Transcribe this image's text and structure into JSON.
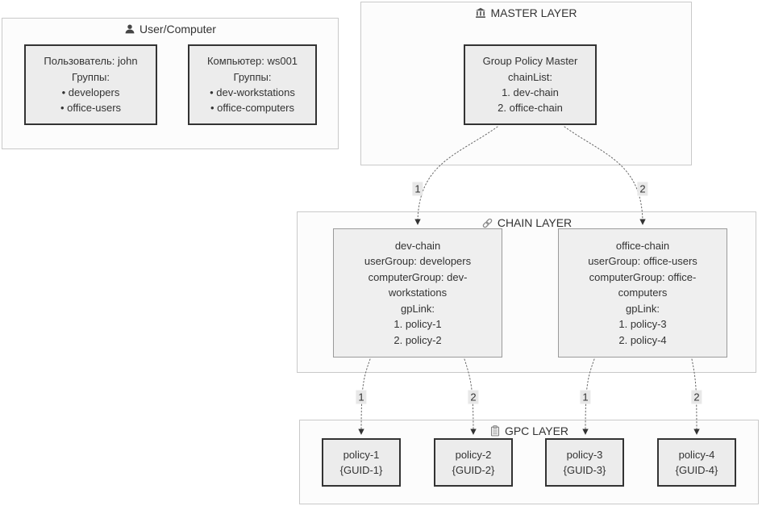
{
  "layers": {
    "user_computer": {
      "title": "User/Computer",
      "icon": "person-icon"
    },
    "master": {
      "title": "MASTER LAYER",
      "icon": "bank-icon"
    },
    "chain": {
      "title": "CHAIN LAYER",
      "icon": "link-icon"
    },
    "gpc": {
      "title": "GPC LAYER",
      "icon": "clipboard-icon"
    }
  },
  "nodes": {
    "user": {
      "lines": [
        "Пользователь: john",
        "Группы:",
        "• developers",
        "• office-users"
      ]
    },
    "computer": {
      "lines": [
        "Компьютер: ws001",
        "Группы:",
        "• dev-workstations",
        "• office-computers"
      ]
    },
    "master": {
      "lines": [
        "Group Policy Master",
        "chainList:",
        "1. dev-chain",
        "2. office-chain"
      ]
    },
    "dev_chain": {
      "lines": [
        "dev-chain",
        "userGroup: developers",
        "computerGroup: dev-",
        "workstations",
        "gpLink:",
        "1. policy-1",
        "2. policy-2"
      ]
    },
    "office_chain": {
      "lines": [
        "office-chain",
        "userGroup: office-users",
        "computerGroup: office-",
        "computers",
        "gpLink:",
        "1. policy-3",
        "2. policy-4"
      ]
    },
    "policy1": {
      "lines": [
        "policy-1",
        "{GUID-1}"
      ]
    },
    "policy2": {
      "lines": [
        "policy-2",
        "{GUID-2}"
      ]
    },
    "policy3": {
      "lines": [
        "policy-3",
        "{GUID-3}"
      ]
    },
    "policy4": {
      "lines": [
        "policy-4",
        "{GUID-4}"
      ]
    }
  },
  "edges": [
    {
      "from": "Group Policy Master",
      "to": "dev-chain",
      "label": "1"
    },
    {
      "from": "Group Policy Master",
      "to": "office-chain",
      "label": "2"
    },
    {
      "from": "dev-chain",
      "to": "policy-1",
      "label": "1"
    },
    {
      "from": "dev-chain",
      "to": "policy-2",
      "label": "2"
    },
    {
      "from": "office-chain",
      "to": "policy-3",
      "label": "1"
    },
    {
      "from": "office-chain",
      "to": "policy-4",
      "label": "2"
    }
  ],
  "colors": {
    "node_fill": "#ececec",
    "node_border_dark": "#333333",
    "node_border_light": "#9a9a9a",
    "container_fill": "#fcfcfc",
    "container_border": "#c9c9c9",
    "edge": "#666666",
    "edge_label_bg": "#e8e8e8",
    "text": "#333333"
  }
}
